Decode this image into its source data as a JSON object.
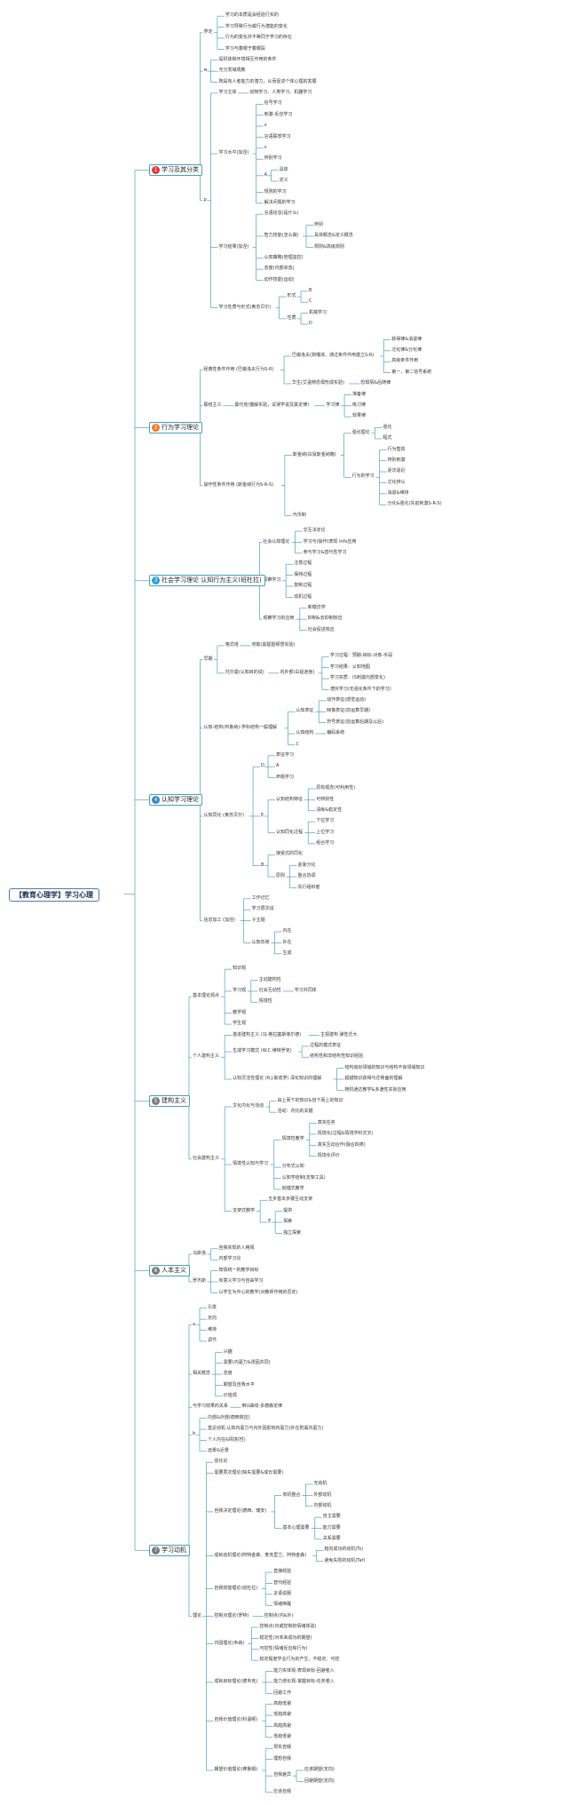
{
  "root": "【教育心理学】学习心理",
  "colors": {
    "line": "#4fa0b4",
    "root_border": "#4b79b6",
    "badges": [
      "#e23a3a",
      "#f07a2a",
      "#2a9fd8",
      "#3a87c8",
      "#7a7a7a",
      "#7a7a7a",
      "#7a7a7a"
    ]
  },
  "sections": [
    {
      "n": "1",
      "title": "学习及其分类",
      "children": [
        {
          "t": "界定",
          "c": [
            {
              "t": "学习的本质是会经验行实的"
            },
            {
              "t": "学习导致行为或行为潜能的变化"
            },
            {
              "t": "行为的变化并不等同于学习的存在"
            },
            {
              "t": "学习与着眼于着眼段"
            }
          ]
        },
        {
          "t": "w",
          "c": [
            {
              "t": "是机体和环境相互作用的条件"
            },
            {
              "t": "无分发域观教"
            },
            {
              "t": "既是有人者能力的潜力，从而促进个体心理的发展"
            }
          ]
        },
        {
          "t": "p",
          "c": [
            {
              "t": "学习主体",
              "c": [
                {
                  "t": "动物学习、人类学习、机器学习"
                }
              ]
            },
            {
              "t": "学习水平(加涅)",
              "c": [
                {
                  "t": "信号学习"
                },
                {
                  "t": "刺激-反应学习"
                },
                {
                  "t": "v"
                },
                {
                  "t": "言语联想学习"
                },
                {
                  "t": "v"
                },
                {
                  "t": "辨别学习"
                },
                {
                  "t": "A",
                  "c": [
                    {
                      "t": "具体"
                    },
                    {
                      "t": "定义"
                    }
                  ]
                },
                {
                  "t": "规则的学习"
                },
                {
                  "t": "解决问题的学习"
                }
              ]
            },
            {
              "t": "学习结果(加涅)",
              "c": [
                {
                  "t": "言语信息(是什么)"
                },
                {
                  "t": "智力技能(怎么做)",
                  "c": [
                    {
                      "t": "辨别"
                    },
                    {
                      "t": "具体概念&定义概念"
                    },
                    {
                      "t": "规则&高级规则"
                    }
                  ]
                },
                {
                  "t": "认知策略(管理监控)"
                },
                {
                  "t": "态度(内部状态)"
                },
                {
                  "t": "动作技能(运动)"
                }
              ]
            },
            {
              "t": "学习性质与形式(奥苏贝尔)",
              "c": [
                {
                  "t": "形式",
                  "c": [
                    {
                      "t": "B"
                    },
                    {
                      "t": "C"
                    }
                  ]
                },
                {
                  "t": "性质",
                  "c": [
                    {
                      "t": "机械学习"
                    },
                    {
                      "t": "D"
                    }
                  ]
                }
              ]
            }
          ]
        }
      ]
    },
    {
      "n": "2",
      "title": "行为学习理论",
      "children": [
        {
          "t": "经典性条件作用 (巴甫洛夫行为S-R)",
          "c": [
            {
              "t": "巴甫洛夫(狗唾液，通过条件作用建立S-R)",
              "c": [
                {
                  "t": "获得律&消退律"
                },
                {
                  "t": "泛化律&分化律"
                },
                {
                  "t": "高级条件作用"
                },
                {
                  "t": "第一、第二信号系统"
                }
              ]
            },
            {
              "t": "华生(艾温特恐惧形成实验)",
              "c": [
                {
                  "t": "恐惧情&后随律"
                }
              ]
            }
          ]
        },
        {
          "t": "联结主义",
          "c": [
            {
              "t": "桑代克(猫解实验，试误学说及其定律)",
              "c": [
                {
                  "t": "学习律",
                  "c": [
                    {
                      "t": "准备律"
                    },
                    {
                      "t": "练习律"
                    },
                    {
                      "t": "效果律"
                    }
                  ]
                }
              ]
            }
          ]
        },
        {
          "t": "操作性条件作用 (斯金纳行为S-R-S)",
          "c": [
            {
              "t": "斯金纳(白鼠斯金纳箱)",
              "c": [
                {
                  "t": "强化理论",
                  "c": [
                    {
                      "t": "强化"
                    },
                    {
                      "t": "程式"
                    }
                  ]
                },
                {
                  "t": "行为的学习",
                  "c": [
                    {
                      "t": "行为塑造"
                    },
                    {
                      "t": "辨别刺激"
                    },
                    {
                      "t": "逐次逼近"
                    },
                    {
                      "t": "泛化辨认"
                    },
                    {
                      "t": "消退&维持"
                    },
                    {
                      "t": "分化&强化(先前刺激S-R-S)"
                    }
                  ]
                }
              ]
            },
            {
              "t": "代币制"
            }
          ]
        }
      ]
    },
    {
      "n": "3",
      "title": "社会学习理论 认知行为主义(班杜拉)",
      "children": [
        {
          "t": "社会认知理论",
          "c": [
            {
              "t": "交互决定论"
            },
            {
              "t": "学习与(操作)表现 Info应用"
            },
            {
              "t": "参与学习&替代性学习"
            }
          ]
        },
        {
          "t": "观察学习",
          "c": [
            {
              "t": "注意过程"
            },
            {
              "t": "保持过程"
            },
            {
              "t": "复制过程"
            },
            {
              "t": "动机过程"
            }
          ]
        },
        {
          "t": "观察学习的应用",
          "c": [
            {
              "t": "新模仿学"
            },
            {
              "t": "抑制&去抑制效应"
            },
            {
              "t": "社会促进效应"
            }
          ]
        }
      ]
    },
    {
      "n": "4",
      "title": "认知学习理论",
      "children": [
        {
          "t": "早期",
          "c": [
            {
              "t": "格式塔",
              "c": [
                {
                  "t": "苛勒(黑猩猩顿悟实验)"
                }
              ]
            },
            {
              "t": "托尔曼(认知目的说)",
              "c": [
                {
                  "t": "内外部(白鼠迷宫)",
                  "c": [
                    {
                      "t": "学习过程：预期-目标-对象-手段"
                    },
                    {
                      "t": "学习结果：认知地图"
                    },
                    {
                      "t": "学习实质：(S刺激内部变化)"
                    },
                    {
                      "t": "潜伏学习(无强化条件下的学习)"
                    }
                  ]
                }
              ]
            }
          ]
        },
        {
          "t": "认知-结构(布鲁纳)-学科结构一般理解",
          "c": [
            {
              "t": "认知表征",
              "c": [
                {
                  "t": "动作表征(感觉运动)"
                },
                {
                  "t": "映像表征(前运算早期)"
                },
                {
                  "t": "符号表征(前运算后期及以后)"
                }
              ]
            },
            {
              "t": "认知结构",
              "c": [
                {
                  "t": "编码系统"
                }
              ]
            },
            {
              "t": "C"
            }
          ]
        },
        {
          "t": "认知同化 (奥苏贝尔)",
          "c": [
            {
              "t": "D",
              "c": [
                {
                  "t": "表征学习"
                },
                {
                  "t": "A"
                },
                {
                  "t": "命题学习"
                }
              ]
            },
            {
              "t": "E",
              "c": [
                {
                  "t": "认知结构特征",
                  "c": [
                    {
                      "t": "原有观念(可利用性)"
                    },
                    {
                      "t": "可辨别性"
                    },
                    {
                      "t": "清晰&稳定性"
                    }
                  ]
                },
                {
                  "t": "认知同化过程",
                  "c": [
                    {
                      "t": "下位学习"
                    },
                    {
                      "t": "上位学习"
                    },
                    {
                      "t": "组合学习"
                    }
                  ]
                }
              ]
            },
            {
              "t": "B",
              "c": [
                {
                  "t": "接受式的同化"
                },
                {
                  "t": "原则",
                  "c": [
                    {
                      "t": "逐渐分化"
                    },
                    {
                      "t": "整合协调"
                    },
                    {
                      "t": "先行组织者"
                    }
                  ]
                }
              ]
            }
          ]
        },
        {
          "t": "信息加工 (加涅)",
          "c": [
            {
              "t": "工作记忆"
            },
            {
              "t": "学习层次说"
            },
            {
              "t": "子主题"
            },
            {
              "t": "认知负荷",
              "c": [
                {
                  "t": "内在"
                },
                {
                  "t": "外在"
                },
                {
                  "t": "生成"
                }
              ]
            }
          ]
        }
      ]
    },
    {
      "n": "5",
      "title": "建构主义",
      "children": [
        {
          "t": "基本理论观点",
          "c": [
            {
              "t": "知识观"
            },
            {
              "t": "学习观",
              "c": [
                {
                  "t": "主动建构性"
                },
                {
                  "t": "社会互动性",
                  "c": [
                    {
                      "t": "学习共同体"
                    }
                  ]
                },
                {
                  "t": "情境性"
                }
              ]
            },
            {
              "t": "教学观"
            },
            {
              "t": "学生观"
            }
          ]
        },
        {
          "t": "个人建构主义",
          "c": [
            {
              "t": "激进建构主义 (冯·格拉塞斯菲尔德)",
              "c": [
                {
                  "t": "主观建构 弹性迁大"
                }
              ]
            },
            {
              "t": "生成学习模式 (W.C.维特罗克)",
              "c": [
                {
                  "t": "过程的模式表征"
                },
                {
                  "t": "结构性和非结构性知识经验"
                }
              ]
            },
            {
              "t": "认知灵活性理论 (R.J.斯皮罗) 深化知识的理解",
              "c": [
                {
                  "t": "结构良好领域的知识与结构不良领域知识"
                },
                {
                  "t": "超越知识获得与迁移面的理解"
                },
                {
                  "t": "随机通达教学&多渡性实际应用"
                }
              ]
            }
          ]
        },
        {
          "t": "社会建构主义",
          "c": [
            {
              "t": "文化内化与活动",
              "c": [
                {
                  "t": "由上而下的知识&自下而上的知识"
                },
                {
                  "t": "活动：内化的关键"
                }
              ]
            },
            {
              "t": "情境性认知与学习",
              "c": [
                {
                  "t": "情境性教学",
                  "c": [
                    {
                      "t": "真实任务"
                    },
                    {
                      "t": "情境化(过程&情境学科交叉)"
                    },
                    {
                      "t": "真实互动合作(融合四类)"
                    },
                    {
                      "t": "情境化评价"
                    }
                  ]
                },
                {
                  "t": "分布式认知"
                },
                {
                  "t": "认知学徒制(支架工具)"
                },
                {
                  "t": "抛锚式教学"
                }
              ]
            },
            {
              "t": "支架式教学",
              "c": [
                {
                  "t": "五步基本步骤互动支架"
                },
                {
                  "t": "E",
                  "c": [
                    {
                      "t": "提供"
                    },
                    {
                      "t": "探索"
                    },
                    {
                      "t": "独立探索"
                    }
                  ]
                }
              ]
            }
          ]
        }
      ]
    },
    {
      "n": "6",
      "title": "人本主义",
      "children": [
        {
          "t": "马斯洛",
          "c": [
            {
              "t": "自我实现的人格观"
            },
            {
              "t": "内部学习论"
            }
          ]
        },
        {
          "t": "罗杰斯",
          "c": [
            {
              "t": "知情统一的教学目标"
            },
            {
              "t": "有意义学习与自由学习"
            },
            {
              "t": "以学生为中心的教学(对教师作用的否定)"
            }
          ]
        }
      ]
    },
    {
      "n": "7",
      "title": "学习动机",
      "children": [
        {
          "t": "a",
          "c": [
            {
              "t": "引发"
            },
            {
              "t": "定向"
            },
            {
              "t": "维持"
            },
            {
              "t": "调节"
            }
          ]
        },
        {
          "t": "相关概念",
          "c": [
            {
              "t": "兴趣"
            },
            {
              "t": "需要(内驱力&诱因共同)"
            },
            {
              "t": "态度"
            },
            {
              "t": "期望及自我水平"
            },
            {
              "t": "价值观"
            }
          ]
        },
        {
          "t": "与学习效果的关系",
          "c": [
            {
              "t": "倒U曲线-多德森定律"
            }
          ]
        },
        {
          "t": "b",
          "c": [
            {
              "t": "内部&外部(德西效应)"
            },
            {
              "t": "直近动机·认知内驱力与内外因影响内驱力(外在附属内驱力)"
            },
            {
              "t": "个人内在&情境(性)"
            },
            {
              "t": "远景&近景"
            }
          ]
        },
        {
          "t": "理论",
          "c": [
            {
              "t": "强化论"
            },
            {
              "t": "需要层次理论(缺失需要&成长需要)"
            },
            {
              "t": "自我决定理论(德西、瑞安)",
              "c": [
                {
                  "t": "有机整合",
                  "c": [
                    {
                      "t": "无动机"
                    },
                    {
                      "t": "外部动机"
                    },
                    {
                      "t": "内部动机"
                    }
                  ]
                },
                {
                  "t": "基本心理需要",
                  "c": [
                    {
                      "t": "自主需要"
                    },
                    {
                      "t": "能力需要"
                    },
                    {
                      "t": "关系需要"
                    }
                  ]
                }
              ]
            },
            {
              "t": "成就动机理论(阿特金森、麦克里兰、阿特金森)",
              "c": [
                {
                  "t": "趋向成功的动机(Ts)"
                },
                {
                  "t": "避免失败的动机(Taf)"
                }
              ]
            },
            {
              "t": "自我效能理论(班杜拉)",
              "c": [
                {
                  "t": "直接经验"
                },
                {
                  "t": "替代经验"
                },
                {
                  "t": "言语说服"
                },
                {
                  "t": "情绪唤醒"
                }
              ]
            },
            {
              "t": "控制点理论(罗特)",
              "c": [
                {
                  "t": "控制点(内&外)"
                }
              ]
            },
            {
              "t": "归因理论(韦纳)",
              "c": [
                {
                  "t": "控制点(内或控制的情绪体验)"
                },
                {
                  "t": "稳定性(对未来成功的期望)"
                },
                {
                  "t": "可控性(情绪反应和行为)"
                },
                {
                  "t": "稳定程度学业行为的产生、不稳定、可控"
                }
              ]
            },
            {
              "t": "成就目标理论(德韦克)",
              "c": [
                {
                  "t": "能力实体观-表现目标-回避者入"
                },
                {
                  "t": "能力增长观-掌握目标-任务卷入"
                },
                {
                  "t": "回避工作"
                }
              ]
            },
            {
              "t": "自我价值理论(科温顿)",
              "c": [
                {
                  "t": "高趋低避"
                },
                {
                  "t": "低趋高避"
                },
                {
                  "t": "高趋高避"
                },
                {
                  "t": "低趋低避"
                }
              ]
            },
            {
              "t": "期望价值理论(弗鲁姆)",
              "c": [
                {
                  "t": "现实自我"
                },
                {
                  "t": "理想自我"
                },
                {
                  "t": "自我差异",
                  "c": [
                    {
                      "t": "应该期望(定向)"
                    },
                    {
                      "t": "回避期望(定向)"
                    }
                  ]
                },
                {
                  "t": "应该自我"
                }
              ]
            }
          ]
        }
      ]
    }
  ]
}
